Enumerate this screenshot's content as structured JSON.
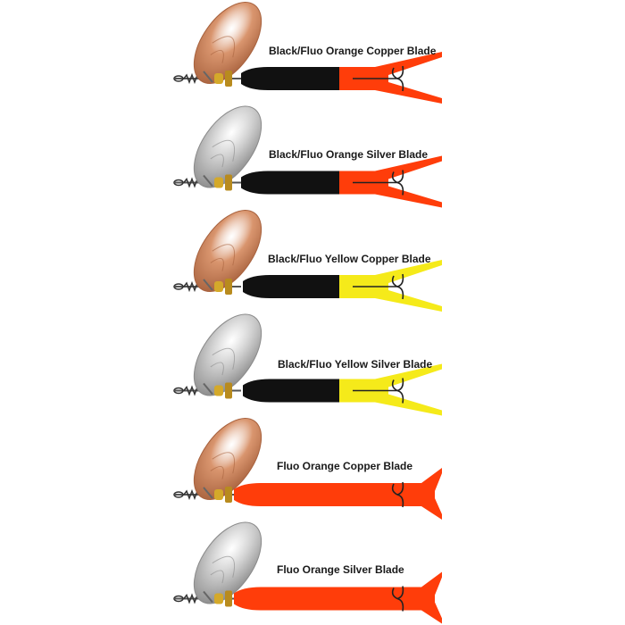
{
  "variants": [
    {
      "label": "Black/Fluo Orange Copper Blade",
      "blade": "copper",
      "body": "#111111",
      "tail": "#ff3d0a"
    },
    {
      "label": "Black/Fluo Orange Silver Blade",
      "blade": "silver",
      "body": "#111111",
      "tail": "#ff3d0a"
    },
    {
      "label": "Black/Fluo Yellow Copper Blade",
      "blade": "copper",
      "body": "#111111",
      "tail": "#f5ea1a"
    },
    {
      "label": "Black/Fluo Yellow Silver Blade",
      "blade": "silver",
      "body": "#111111",
      "tail": "#f5ea1a"
    },
    {
      "label": "Fluo Orange Copper Blade",
      "blade": "copper",
      "body": "#ff3d0a",
      "tail": "#ff3d0a"
    },
    {
      "label": "Fluo Orange Silver Blade",
      "blade": "silver",
      "body": "#ff3d0a",
      "tail": "#ff3d0a"
    }
  ],
  "colors": {
    "copper": "#d9956e",
    "copper_dark": "#a8623e",
    "silver": "#cfcfcf",
    "silver_dark": "#8a8a8a",
    "brass": "#d4a92a"
  }
}
